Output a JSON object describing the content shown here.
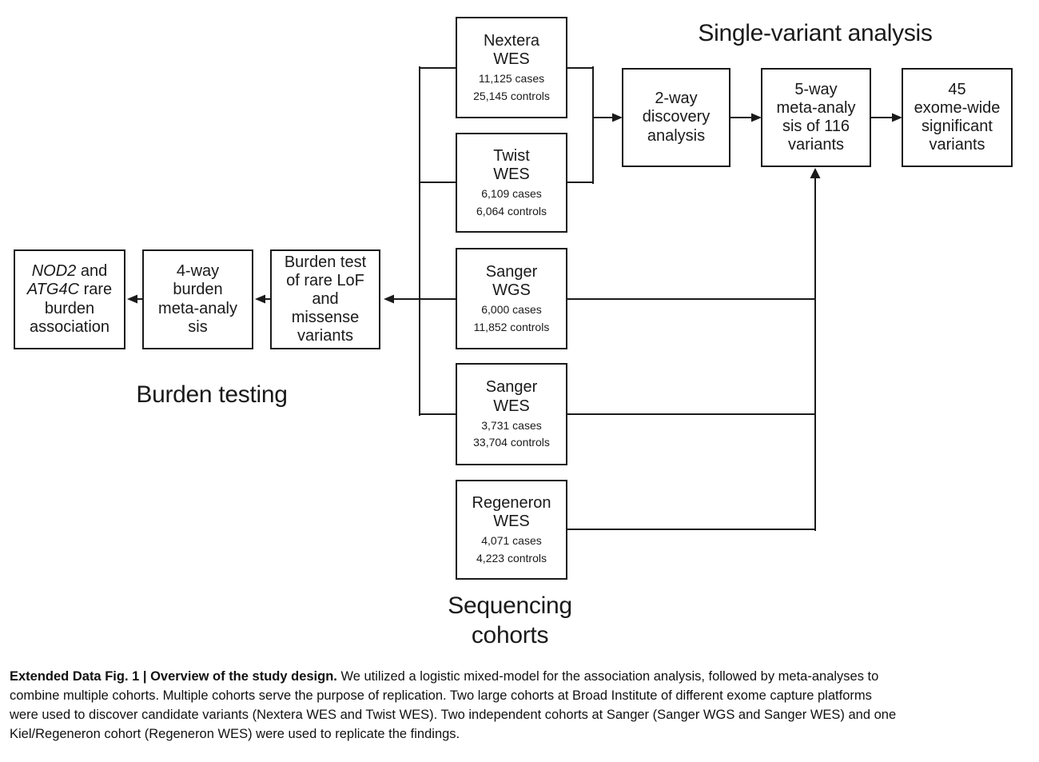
{
  "figure": {
    "headings": {
      "single_variant": "Single-variant analysis",
      "burden_testing": "Burden testing",
      "sequencing_line1": "Sequencing",
      "sequencing_line2": "cohorts"
    },
    "cohorts": [
      {
        "name1": "Nextera",
        "name2": "WES",
        "cases": "11,125 cases",
        "controls": "25,145 controls"
      },
      {
        "name1": "Twist",
        "name2": "WES",
        "cases": "6,109 cases",
        "controls": "6,064 controls"
      },
      {
        "name1": "Sanger",
        "name2": "WGS",
        "cases": "6,000 cases",
        "controls": "11,852 controls"
      },
      {
        "name1": "Sanger",
        "name2": "WES",
        "cases": "3,731 cases",
        "controls": "33,704 controls"
      },
      {
        "name1": "Regeneron",
        "name2": "WES",
        "cases": "4,071 cases",
        "controls": "4,223 controls"
      }
    ],
    "single_variant_flow": {
      "discovery": {
        "l1": "2-way",
        "l2": "discovery",
        "l3": "analysis"
      },
      "meta5": {
        "l1": "5-way",
        "l2": "meta-analy",
        "l3": "sis of 116",
        "l4": "variants"
      },
      "significant": {
        "l1": "45",
        "l2": "exome-wide",
        "l3": "significant",
        "l4": "variants"
      }
    },
    "burden_flow": {
      "association": {
        "gene1": "NOD2",
        "t1": " and",
        "gene2": "ATG4C",
        "t2": " rare",
        "l3": "burden",
        "l4": "association"
      },
      "meta4": {
        "l1": "4-way",
        "l2": "burden",
        "l3": "meta-analy",
        "l4": "sis"
      },
      "test": {
        "l1": "Burden test",
        "l2": "of rare LoF",
        "l3": "and",
        "l4": "missense",
        "l5": "variants"
      }
    },
    "caption": {
      "line1_bold": "Extended Data Fig. 1 | Overview of the study design.",
      "line1_rest": " We utilized a logistic mixed-model for the association analysis, followed by meta-analyses to",
      "line2": "combine multiple cohorts. Multiple cohorts serve the purpose of replication. Two large cohorts at Broad Institute of different exome capture platforms",
      "line3": "were used to discover candidate variants (Nextera WES and Twist WES). Two independent cohorts at Sanger (Sanger WGS and Sanger WES) and one",
      "line4": "Kiel/Regeneron cohort (Regeneron WES) were used to replicate the findings."
    },
    "colors": {
      "ink": "#1a1a1a",
      "background": "#ffffff"
    }
  }
}
